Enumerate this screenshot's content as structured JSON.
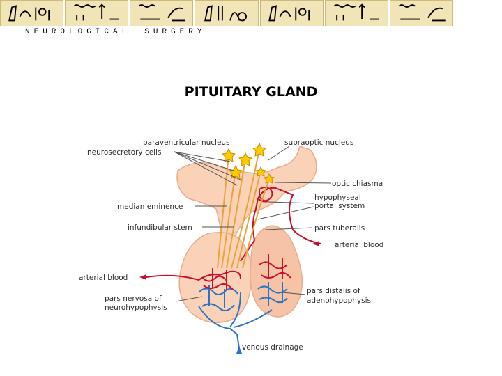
{
  "header": {
    "word1": "NEUROLOGICAL",
    "word2": "SURGERY",
    "banner_tiles": [
      "hieroglyph-tile",
      "hieroglyph-tile",
      "hieroglyph-tile",
      "hieroglyph-tile",
      "hieroglyph-tile",
      "hieroglyph-tile",
      "hieroglyph-tile",
      "hieroglyph-tile"
    ]
  },
  "title": "PITUITARY GLAND",
  "diagram": {
    "labels": {
      "paraventricular": "paraventricular nucleus",
      "neurosecretory": "neurosecretory cells",
      "supraoptic": "supraoptic nucleus",
      "optic_chiasma": "optic chiasma",
      "hypophyseal_1": "hypophyseal",
      "hypophyseal_2": "portal system",
      "median_eminence": "median eminence",
      "infundibular_stem": "infundibular stem",
      "pars_tuberalis": "pars tuberalis",
      "arterial_blood_right": "arterial blood",
      "arterial_blood_left": "arterial blood",
      "pars_distalis_1": "pars distalis of",
      "pars_distalis_2": "adenohypophysis",
      "pars_nervosa_1": "pars nervosa of",
      "pars_nervosa_2": "neurohypophysis",
      "venous_drainage": "venous drainage"
    },
    "colors": {
      "tissue": "#f9d2b8",
      "tissue_edge": "#e6ad8e",
      "artery": "#c8102e",
      "vein": "#2a74c4",
      "nerve": "#e8a33a",
      "cell": "#ffcc00"
    }
  }
}
